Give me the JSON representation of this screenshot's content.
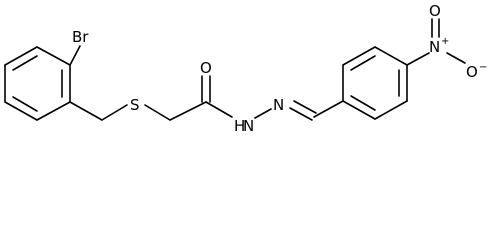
{
  "molecule": {
    "atoms": {
      "br": "Br",
      "s": "S",
      "o_carbonyl": "O",
      "nh": "H",
      "n_hydrazide": "N",
      "n_imine": "N",
      "n_nitro": "N",
      "n_nitro_charge": "+",
      "o_nitro_top": "O",
      "o_nitro_right": "O",
      "o_nitro_right_charge": "−"
    }
  }
}
